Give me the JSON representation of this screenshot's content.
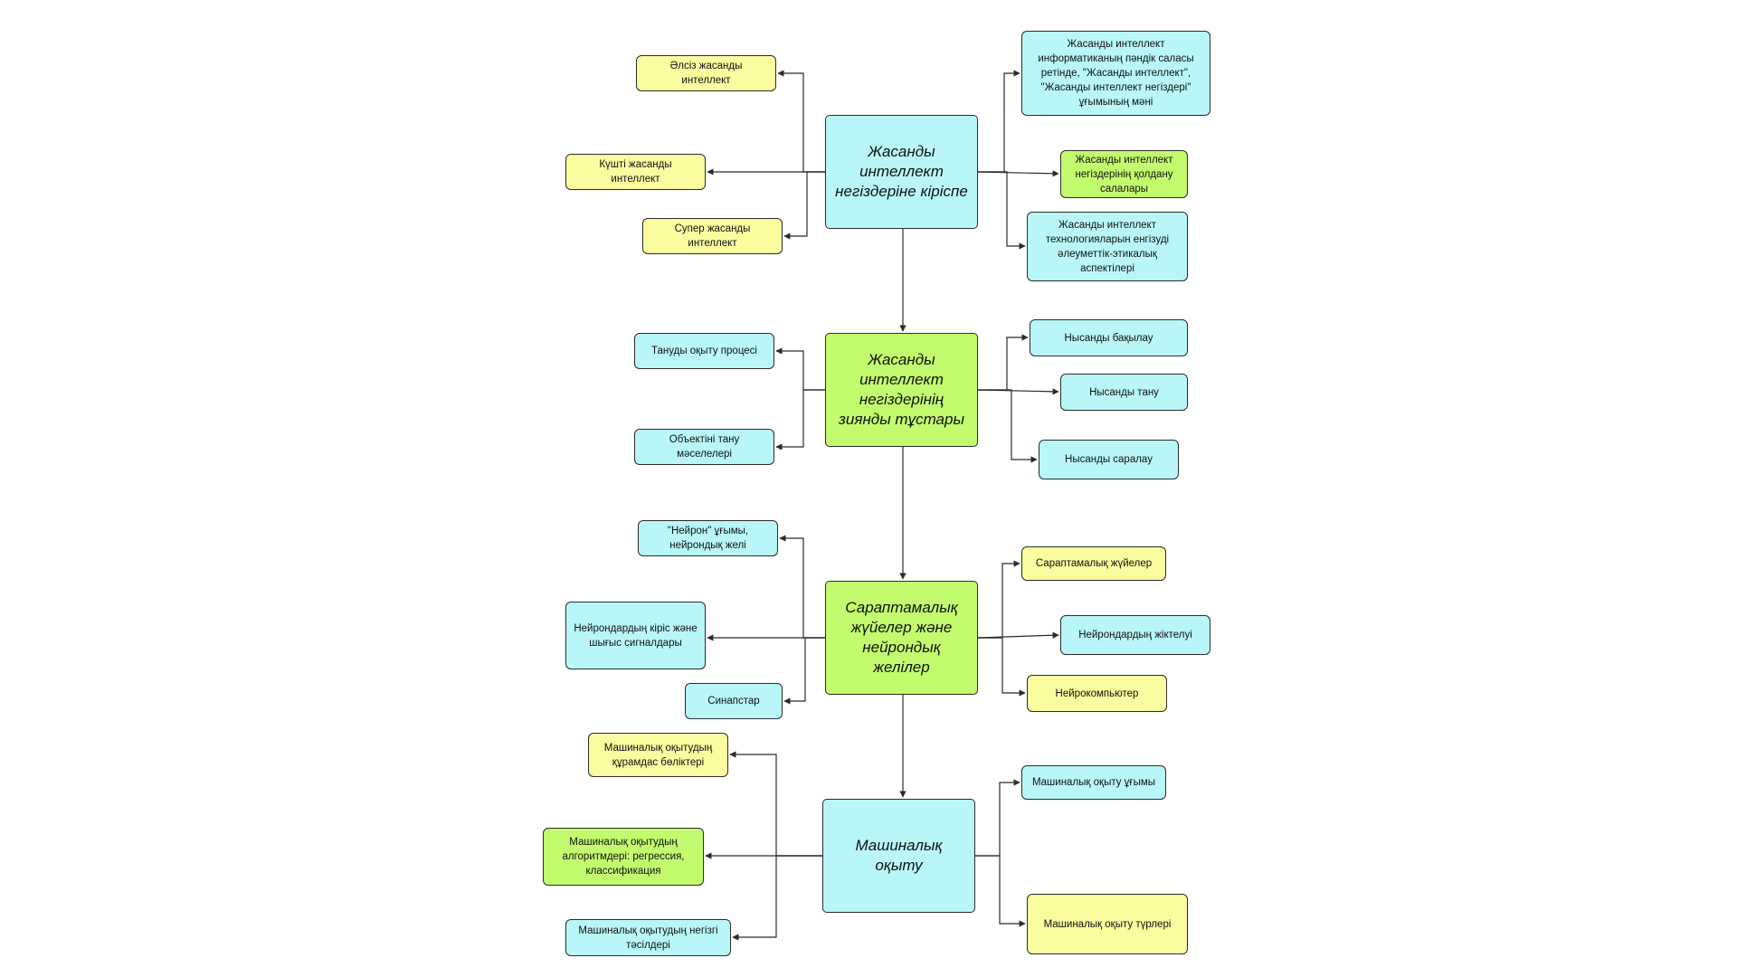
{
  "colors": {
    "cyan": "#b8f6f8",
    "yellow": "#fbfb9f",
    "green": "#c3fb6e",
    "line": "#2b2b2b"
  },
  "nodes": {
    "main1": "Жасанды интеллект негіздеріне кіріспе",
    "main2": "Жасанды интеллект негіздерінің зиянды тұстары",
    "main3": "Сараптамалық жүйелер және нейрондық желілер",
    "main4": "Машиналық оқыту",
    "weak_ai": "Әлсіз жасанды интеллект",
    "strong_ai": "Күшті жасанды интеллект",
    "super_ai": "Супер жасанды интеллект",
    "ai_essence": "Жасанды интеллект информатиканың пәндік саласы ретінде, \"Жасанды интеллект\", \"Жасанды интеллект негіздері\" ұғымының мәні",
    "ai_application": "Жасанды интеллект негіздерінің қолдану салалары",
    "ai_ethics": "Жасанды интеллект технологияларын енгізуді әлеуметтік-этикалық аспектілері",
    "recognition_learning": "Тануды оқыту процесі",
    "object_recognition": "Объектіні тану мәселелері",
    "object_observation": "Нысанды бақылау",
    "object_recognize": "Нысанды тану",
    "object_classify": "Нысанды саралау",
    "neuron_concept": "\"Нейрон\" ұғымы, нейрондық желі",
    "neuron_signals": "Нейрондардың кіріс және шығыс сигналдары",
    "synapses": "Синапстар",
    "expert_systems": "Сараптамалық жүйелер",
    "neuron_classification": "Нейрондардың жіктелуі",
    "neurocomputer": "Нейрокомпьютер",
    "ml_components": "Машиналық оқытудың құрамдас бөліктері",
    "ml_algorithms": "Машиналық оқытудың алгоритмдері: регрессия, классификация",
    "ml_methods": "Машиналық оқытудың негізгі тәсілдері",
    "ml_concept": "Машиналық оқыту ұғымы",
    "ml_types": "Машиналық оқыту түрлері"
  }
}
